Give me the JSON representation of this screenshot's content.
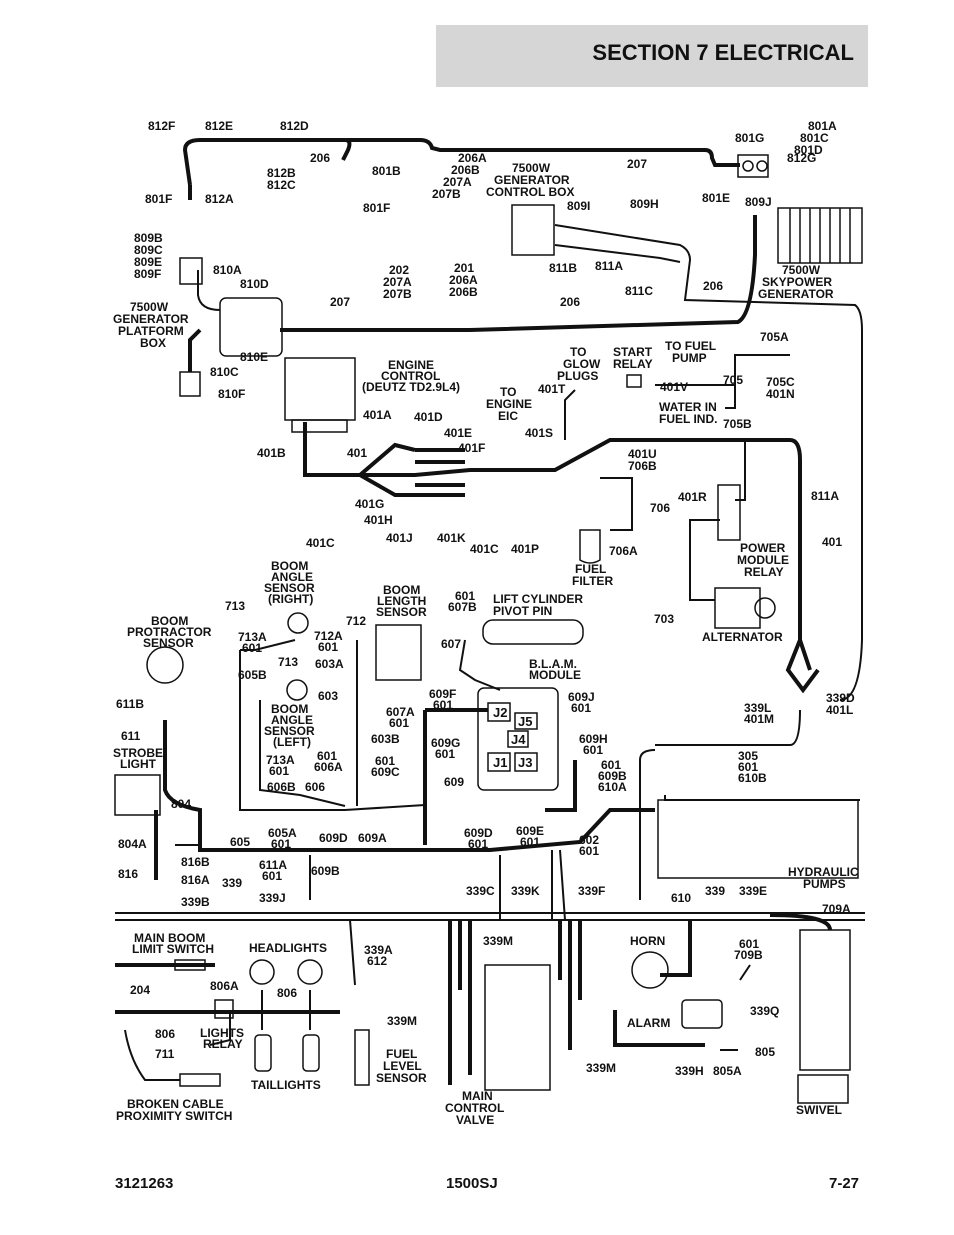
{
  "header": {
    "title": "SECTION 7   ELECTRICAL"
  },
  "footer": {
    "left": "3121263",
    "center": "1500SJ",
    "right": "7-27"
  },
  "labels": {
    "l812F": "812F",
    "l812E": "812E",
    "l812D": "812D",
    "l206a": "206",
    "l812B": "812B",
    "l812C": "812C",
    "l801F": "801F",
    "l812A": "812A",
    "l801B": "801B",
    "l801F2": "801F",
    "l206A": "206A",
    "l206B": "206B",
    "l207A": "207A",
    "l207B": "207B",
    "gcb1": "7500W",
    "gcb2": "GENERATOR",
    "gcb3": "CONTROL BOX",
    "l207": "207",
    "l801G": "801G",
    "l801A": "801A",
    "l801C": "801C",
    "l801D": "801D",
    "l812G": "812G",
    "l801E": "801E",
    "l809I": "809I",
    "l809H": "809H",
    "l809J": "809J",
    "l811B": "811B",
    "l811A": "811A",
    "l811C": "811C",
    "l206b": "206",
    "gen1": "7500W",
    "gen2": "SKYPOWER",
    "gen3": "GENERATOR",
    "l809B": "809B",
    "l809C": "809C",
    "l809E": "809E",
    "l809F": "809F",
    "l810A": "810A",
    "l810D": "810D",
    "gpb1": "7500W",
    "gpb2": "GENERATOR",
    "gpb3": "PLATFORM",
    "gpb4": "BOX",
    "l810E": "810E",
    "l810C": "810C",
    "l810F": "810F",
    "l202": "202",
    "l207A2": "207A",
    "l207B2": "207B",
    "l201": "201",
    "l206A2": "206A",
    "l206B2": "206B",
    "l207c": "207",
    "l206c": "206",
    "ec1": "ENGINE",
    "ec2": "CONTROL",
    "ec3": "(DEUTZ TD2.9L4)",
    "tg1": "TO",
    "tg2": "GLOW",
    "tg3": "PLUGS",
    "sr1": "START",
    "sr2": "RELAY",
    "tf1": "TO FUEL",
    "tf2": "PUMP",
    "l705A": "705A",
    "l705": "705",
    "l705C": "705C",
    "l401N": "401N",
    "l401T": "401T",
    "l401V": "401V",
    "wi1": "WATER IN",
    "wi2": "FUEL IND.",
    "l705B": "705B",
    "te1": "TO",
    "te2": "ENGINE",
    "te3": "EIC",
    "l401A": "401A",
    "l401D": "401D",
    "l401E": "401E",
    "l401F": "401F",
    "l401S": "401S",
    "l401B": "401B",
    "l401": "401",
    "l401U": "401U",
    "l706B": "706B",
    "l401G": "401G",
    "l401H": "401H",
    "l401J": "401J",
    "l401K": "401K",
    "l401C": "401C",
    "l401C2": "401C",
    "l401P": "401P",
    "l706": "706",
    "l706A": "706A",
    "ff1": "FUEL",
    "ff2": "FILTER",
    "l401R": "401R",
    "pm1": "POWER",
    "pm2": "MODULE",
    "pm3": "RELAY",
    "l811A2": "811A",
    "l401b": "401",
    "l703": "703",
    "alt": "ALTERNATOR",
    "bas1": "BOOM",
    "bas2": "ANGLE",
    "bas3": "SENSOR",
    "bas4": "(RIGHT)",
    "bls1": "BOOM",
    "bls2": "LENGTH",
    "bls3": "SENSOR",
    "l601a": "601",
    "l607B": "607B",
    "lc1": "LIFT CYLINDER",
    "lc2": "PIVOT PIN",
    "bps1": "BOOM",
    "bps2": "PROTRACTOR",
    "bps3": "SENSOR",
    "l713": "713",
    "l713A": "713A",
    "l601b": "601",
    "l712": "712",
    "l712A": "712A",
    "l601c": "601",
    "l603A": "603A",
    "l607": "607",
    "l605B": "605B",
    "l713b": "713",
    "bal1": "BOOM",
    "bal2": "ANGLE",
    "bal3": "SENSOR",
    "bal4": "(LEFT)",
    "l603": "603",
    "blam1": "B.L.A.M.",
    "blam2": "MODULE",
    "l611B": "611B",
    "l611": "611",
    "sl1": "STROBE",
    "sl2": "LIGHT",
    "l609F": "609F",
    "l601d": "601",
    "l609J": "609J",
    "l601e": "601",
    "l607A": "607A",
    "l601f": "601",
    "l603B": "603B",
    "l609G": "609G",
    "l601g": "601",
    "l609H": "609H",
    "l601h": "601",
    "l713A2": "713A",
    "l601i": "601",
    "l601j": "601",
    "l606A": "606A",
    "l601k": "601",
    "l609C": "609C",
    "l606B": "606B",
    "l606": "606",
    "l609": "609",
    "l601l": "601",
    "l609B": "609B",
    "l610A": "610A",
    "l305": "305",
    "l601m": "601",
    "l610B": "610B",
    "l804": "804",
    "l804A": "804A",
    "l605": "605",
    "l605A": "605A",
    "l601n": "601",
    "l609D": "609D",
    "l609A": "609A",
    "l609D2": "609D",
    "l601o": "601",
    "l609E": "609E",
    "l601p": "601",
    "l602": "602",
    "l601q": "601",
    "l816B": "816B",
    "l816": "816",
    "l816A": "816A",
    "l611A": "611A",
    "l601r": "601",
    "l609B2": "609B",
    "l339": "339",
    "l339B": "339B",
    "l339J": "339J",
    "l339C": "339C",
    "l339K": "339K",
    "l339F": "339F",
    "l610": "610",
    "l339b": "339",
    "l339E": "339E",
    "hp1": "HYDRAULIC",
    "hp2": "PUMPS",
    "l709A": "709A",
    "l339L": "339L",
    "l401M": "401M",
    "l339D": "339D",
    "l401L": "401L",
    "mb1": "MAIN BOOM",
    "mb2": "LIMIT SWITCH",
    "headlights": "HEADLIGHTS",
    "l339A": "339A",
    "l612": "612",
    "l204": "204",
    "l806A": "806A",
    "l806": "806",
    "l806b": "806",
    "lr1": "LIGHTS",
    "lr2": "RELAY",
    "l711": "711",
    "fl1": "FUEL",
    "fl2": "LEVEL",
    "fl3": "SENSOR",
    "taillights": "TAILLIGHTS",
    "bc1": "BROKEN CABLE",
    "bc2": "PROXIMITY SWITCH",
    "l339M": "339M",
    "l339M2": "339M",
    "l339M3": "339M",
    "mcv1": "MAIN",
    "mcv2": "CONTROL",
    "mcv3": "VALVE",
    "horn": "HORN",
    "l601s": "601",
    "l709B": "709B",
    "l339Q": "339Q",
    "alarm": "ALARM",
    "l805": "805",
    "l339H": "339H",
    "l805A": "805A",
    "swivel": "SWIVEL",
    "j1": "J1",
    "j2": "J2",
    "j3": "J3",
    "j4": "J4",
    "j5": "J5"
  }
}
